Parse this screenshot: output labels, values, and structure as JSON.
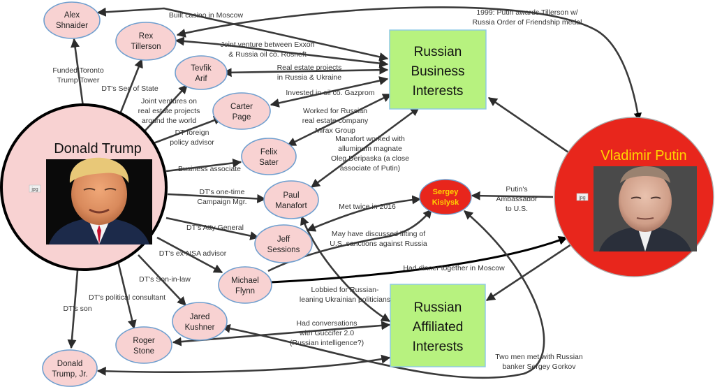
{
  "nodes": {
    "trump": {
      "label": "Donald Trump",
      "badge": "jpg"
    },
    "putin": {
      "label": "Vladimir Putin",
      "badge": "jpg"
    },
    "shnaider": {
      "lines": [
        "Alex",
        "Shnaider"
      ]
    },
    "tillerson": {
      "lines": [
        "Rex",
        "Tillerson"
      ]
    },
    "arif": {
      "lines": [
        "Tevfik",
        "Arif"
      ]
    },
    "page": {
      "lines": [
        "Carter",
        "Page"
      ]
    },
    "sater": {
      "lines": [
        "Felix",
        "Sater"
      ]
    },
    "manafort": {
      "lines": [
        "Paul",
        "Manafort"
      ]
    },
    "sessions": {
      "lines": [
        "Jeff",
        "Sessions"
      ]
    },
    "flynn": {
      "lines": [
        "Michael",
        "Flynn"
      ]
    },
    "kushner": {
      "lines": [
        "Jared",
        "Kushner"
      ]
    },
    "stone": {
      "lines": [
        "Roger",
        "Stone"
      ]
    },
    "trump_jr": {
      "lines": [
        "Donald",
        "Trump, Jr."
      ]
    },
    "kislyak": {
      "lines": [
        "Sergey",
        "Kislysk"
      ]
    },
    "rbi": {
      "lines": [
        "Russian",
        "Business",
        "Interests"
      ]
    },
    "rai": {
      "lines": [
        "Russian",
        "Affiliated",
        "Interests"
      ]
    }
  },
  "edges": {
    "casino": {
      "lines": [
        "Built casino in Moscow"
      ]
    },
    "order": {
      "lines": [
        "1999: Putin awards Tillerson w/",
        "Russia Order of Friendship medal"
      ]
    },
    "exxon": {
      "lines": [
        "Joint venture between Exxon",
        "& Russia oil co. Rosneft"
      ]
    },
    "arif_re": {
      "lines": [
        "Real estate projects",
        "in Russia & Ukraine"
      ]
    },
    "gazprom": {
      "lines": [
        "Invested in oil co. Gazprom"
      ]
    },
    "mirax": {
      "lines": [
        "Worked for Russian",
        "real estate company",
        "Mirax Group"
      ]
    },
    "deripaska": {
      "lines": [
        "Manafort worked with",
        "alluminum magnate",
        "Oleg Deripaska (a close",
        "associate of Putin)"
      ]
    },
    "toronto": {
      "lines": [
        "Funded Toronto",
        "Trump Tower"
      ]
    },
    "sec_state": {
      "lines": [
        "DT's Sec of State"
      ]
    },
    "joint_re": {
      "lines": [
        "Joint ventures on",
        "real estate projects",
        "around the world"
      ]
    },
    "foreign": {
      "lines": [
        "DT foreign",
        "policy advisor"
      ]
    },
    "business": {
      "lines": [
        "Business associate"
      ]
    },
    "campaign": {
      "lines": [
        "DT's one-time",
        "Campaign Mgr."
      ]
    },
    "met_twice": {
      "lines": [
        "Met twice in 2016"
      ]
    },
    "ambassador": {
      "lines": [
        "Putin's",
        "Ambassador",
        "to U.S."
      ]
    },
    "atty": {
      "lines": [
        "DT's Atty General"
      ]
    },
    "sanctions": {
      "lines": [
        "May have discussed lifting of",
        "U.S. sanctions against Russia"
      ]
    },
    "nsa": {
      "lines": [
        "DT's ex-NSA advisor"
      ]
    },
    "dinner": {
      "lines": [
        "Had dinner together in Moscow"
      ]
    },
    "son_in_law": {
      "lines": [
        "DT's Son-in-law"
      ]
    },
    "consultant": {
      "lines": [
        "DT's political consultant"
      ]
    },
    "son": {
      "lines": [
        "DT's son"
      ]
    },
    "lobbied": {
      "lines": [
        "Lobbied for Russian-",
        "leaning Ukrainian politicians"
      ]
    },
    "guccifer": {
      "lines": [
        "Had conversations",
        "with Guccifer 2.0",
        "(Russian intelligence?)"
      ]
    },
    "gorkov": {
      "lines": [
        "Two men met with Russian",
        "banker Sergey Gorkov"
      ]
    }
  },
  "colors": {
    "person_fill": "#f8d2d2",
    "box_fill": "#b7f27f",
    "putin_fill": "#e8261c",
    "putin_label": "#ffd400",
    "kislyak_label": "#ffd400"
  }
}
